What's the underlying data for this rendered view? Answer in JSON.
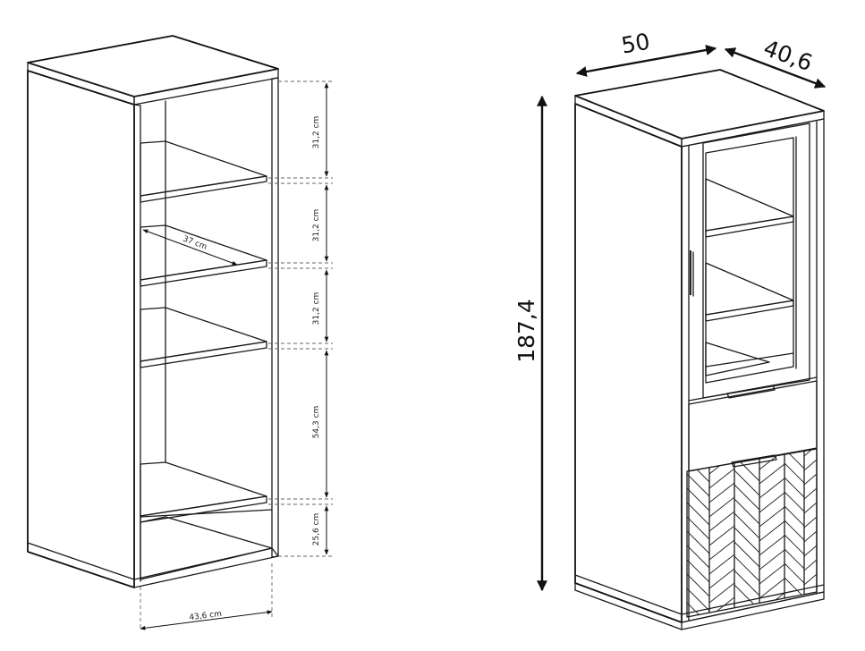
{
  "left_cabinet": {
    "shelf_heights": [
      "31,2 cm",
      "31,2 cm",
      "31,2 cm",
      "54,3 cm",
      "25,6 cm"
    ],
    "shelf_depth": "37 cm",
    "inner_width": "43,6 cm"
  },
  "right_cabinet": {
    "width": "50",
    "depth": "40,6",
    "height": "187,4"
  }
}
